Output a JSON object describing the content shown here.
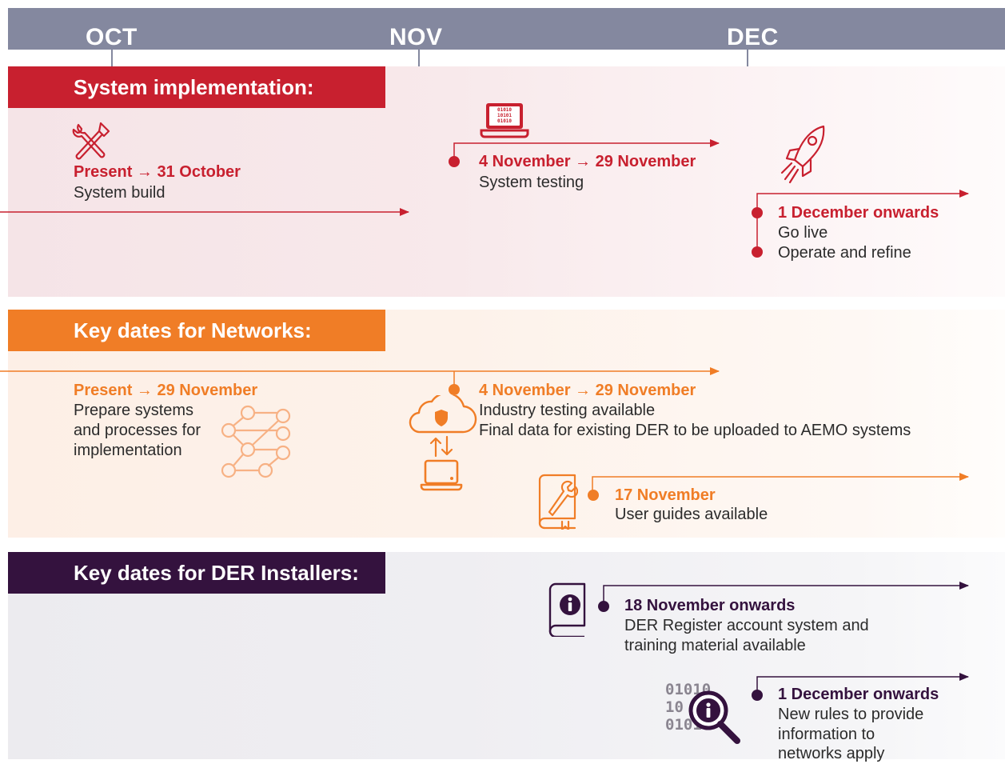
{
  "months": [
    "OCT",
    "NOV",
    "DEC"
  ],
  "system": {
    "title": "System implementation:",
    "item1": {
      "date": "Present → 31 October",
      "desc": "System build"
    },
    "item2": {
      "date": "4 November → 29 November",
      "desc": "System testing"
    },
    "item3": {
      "date": "1 December onwards",
      "desc1": "Go live",
      "desc2": "Operate and refine"
    }
  },
  "networks": {
    "title": "Key dates for Networks:",
    "item1": {
      "date": "Present → 29 November",
      "desc1": "Prepare systems",
      "desc2": "and processes for",
      "desc3": "implementation"
    },
    "item2": {
      "date": "4 November → 29 November",
      "desc1": "Industry testing available",
      "desc2": "Final data for existing DER to be uploaded to AEMO systems"
    },
    "item3": {
      "date": "17 November",
      "desc": "User guides available"
    }
  },
  "installers": {
    "title": "Key dates for DER Installers:",
    "item1": {
      "date": "18 November onwards",
      "desc1": "DER Register account system and",
      "desc2": "training material available"
    },
    "item2": {
      "date": "1 December onwards",
      "desc1": "New rules to provide",
      "desc2": "information to",
      "desc3": "networks apply"
    }
  },
  "icons": [
    "tools-icon",
    "laptop-code-icon",
    "rocket-icon",
    "network-nodes-icon",
    "cloud-security-icon",
    "sync-arrows-icon",
    "laptop-icon",
    "user-guide-icon",
    "info-book-icon",
    "data-search-icon"
  ],
  "colors": {
    "header": "#84889f",
    "system": "#c8202f",
    "networks": "#f07d26",
    "installers": "#34123e"
  }
}
